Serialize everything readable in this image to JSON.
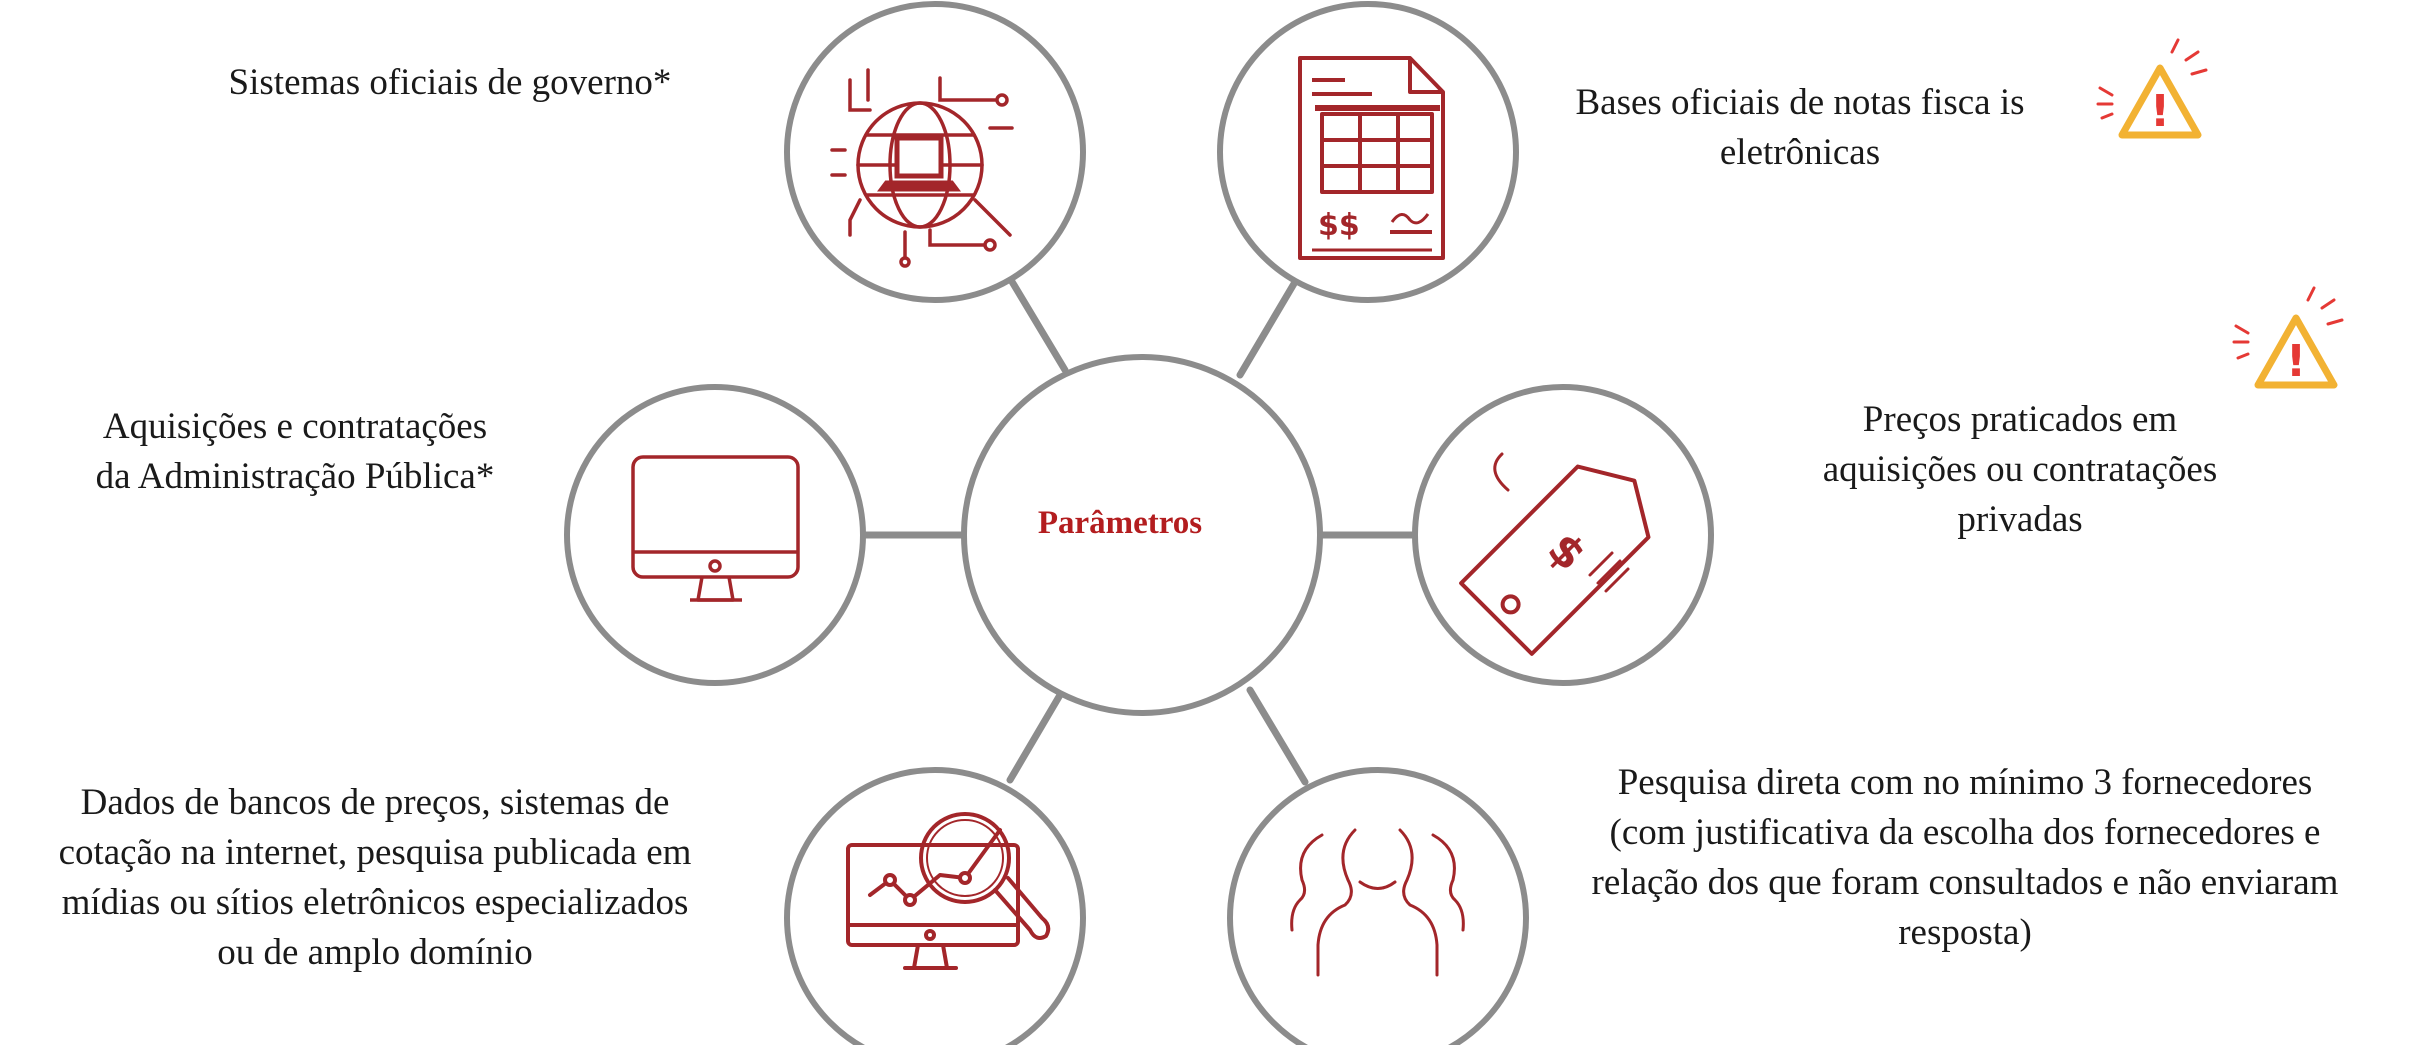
{
  "center": {
    "label": "Parâmetros"
  },
  "nodes": [
    {
      "id": "sistemas-oficiais",
      "icon": "globe-laptop-circuit-icon",
      "lines": [
        "Sistemas oficiais de governo*"
      ]
    },
    {
      "id": "bases-notas-fiscais",
      "icon": "invoice-document-icon",
      "lines": [
        "Bases oficiais de notas fisca is",
        "eletrônicas"
      ]
    },
    {
      "id": "aquisicoes-publicas",
      "icon": "computer-monitor-icon",
      "lines": [
        "Aquisições e contratações",
        "da Administração Pública*"
      ]
    },
    {
      "id": "precos-privados",
      "icon": "price-tag-icon",
      "lines": [
        "Preços praticados em",
        "aquisições ou contratações",
        "privadas"
      ]
    },
    {
      "id": "bancos-de-precos",
      "icon": "monitor-chart-magnifier-icon",
      "lines": [
        "Dados de bancos de preços, sistemas de",
        "cotação na internet, pesquisa publicada em",
        "mídias ou sítios eletrônicos especializados",
        "ou de amplo domínio"
      ]
    },
    {
      "id": "pesquisa-direta",
      "icon": "people-group-icon",
      "lines": [
        "Pesquisa direta com no mínimo 3 fornecedores",
        "(com justificativa da escolha dos fornecedores e",
        "relação dos que foram consultados e não enviaram",
        "resposta)"
      ]
    }
  ],
  "warnings": [
    {
      "icon": "warning-triangle-icon",
      "symbol": "!"
    },
    {
      "icon": "warning-triangle-icon",
      "symbol": "!"
    }
  ],
  "colors": {
    "icon": "#a3262a",
    "center_text": "#b31d1f",
    "circle_stroke": "#8c8c8c",
    "connector": "#8c8c8c",
    "warning_stroke": "#f2b233",
    "warning_symbol": "#e53935"
  }
}
